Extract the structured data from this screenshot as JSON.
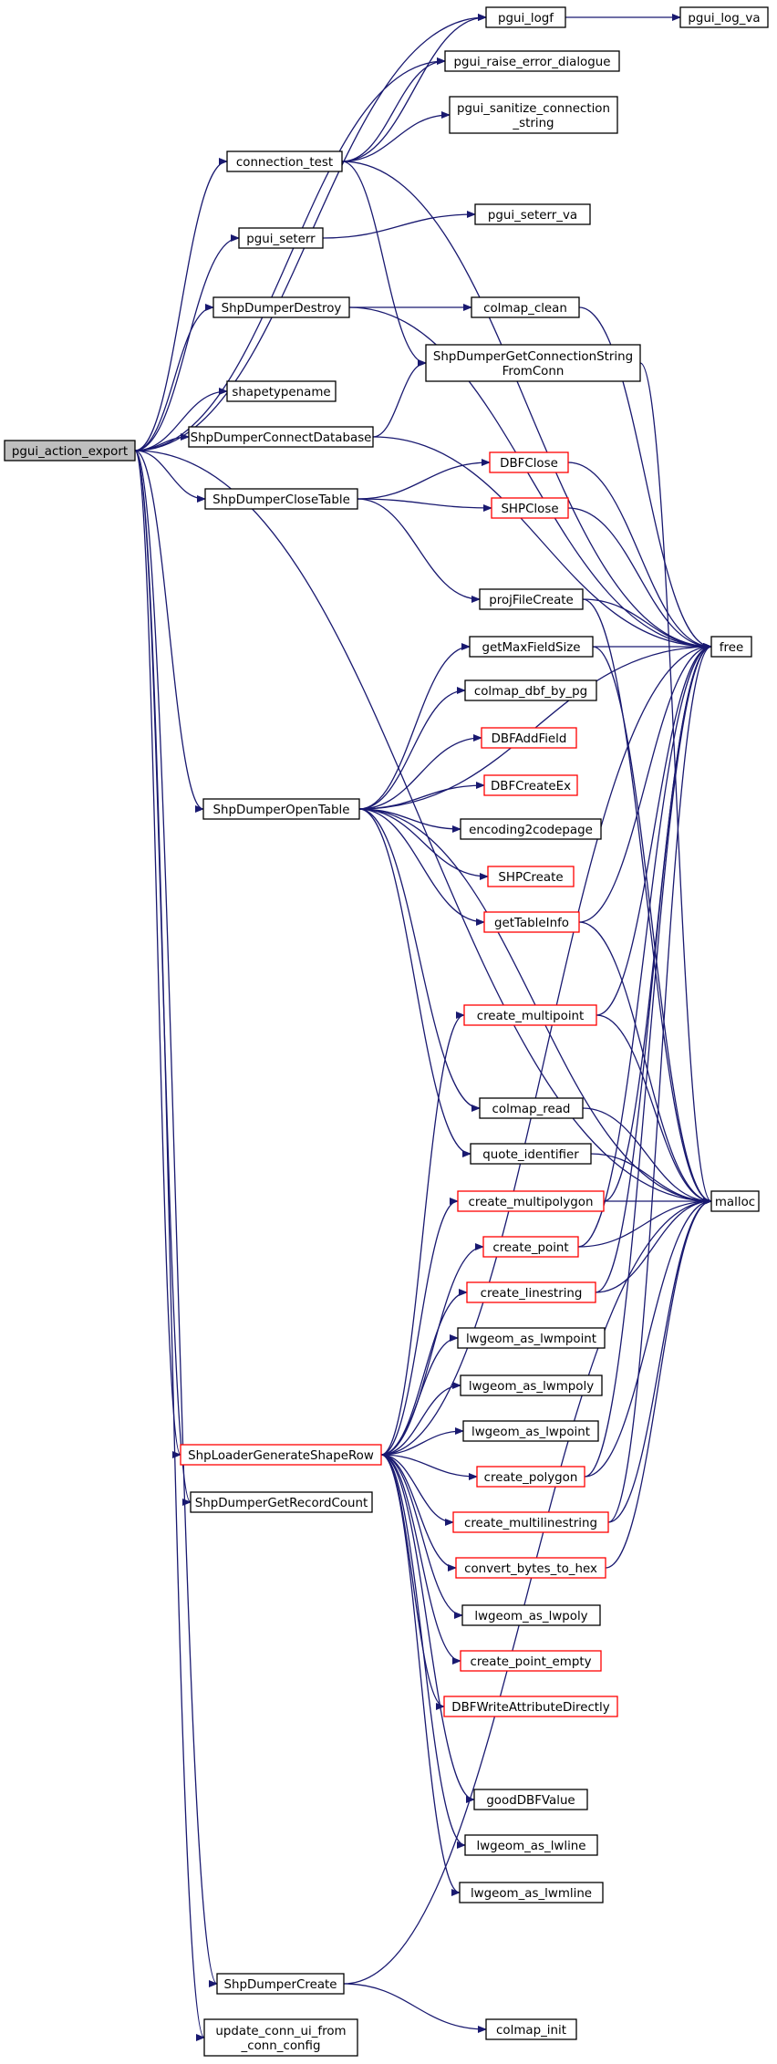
{
  "colors": {
    "edge": "#191970",
    "node_border": "#000000",
    "node_border_unresolved": "#ff0000",
    "root_fill": "#bfbfbf",
    "node_fill": "#ffffff"
  },
  "nodes": [
    {
      "id": "pgui_action_export",
      "lines": [
        "pgui_action_export"
      ],
      "root": true
    },
    {
      "id": "pgui_logf",
      "lines": [
        "pgui_logf"
      ]
    },
    {
      "id": "pgui_log_va",
      "lines": [
        "pgui_log_va"
      ]
    },
    {
      "id": "pgui_raise_error_dialogue",
      "lines": [
        "pgui_raise_error_dialogue"
      ]
    },
    {
      "id": "pgui_sanitize_connection_string",
      "lines": [
        "pgui_sanitize_connection",
        "_string"
      ]
    },
    {
      "id": "connection_test",
      "lines": [
        "connection_test"
      ]
    },
    {
      "id": "pgui_seterr",
      "lines": [
        "pgui_seterr"
      ]
    },
    {
      "id": "pgui_seterr_va",
      "lines": [
        "pgui_seterr_va"
      ]
    },
    {
      "id": "ShpDumperDestroy",
      "lines": [
        "ShpDumperDestroy"
      ]
    },
    {
      "id": "colmap_clean",
      "lines": [
        "colmap_clean"
      ]
    },
    {
      "id": "ShpDumperGetConnectionStringFromConn",
      "lines": [
        "ShpDumperGetConnectionString",
        "FromConn"
      ]
    },
    {
      "id": "shapetypename",
      "lines": [
        "shapetypename"
      ]
    },
    {
      "id": "ShpDumperConnectDatabase",
      "lines": [
        "ShpDumperConnectDatabase"
      ]
    },
    {
      "id": "DBFClose",
      "lines": [
        "DBFClose"
      ],
      "unresolved": true
    },
    {
      "id": "ShpDumperCloseTable",
      "lines": [
        "ShpDumperCloseTable"
      ]
    },
    {
      "id": "SHPClose",
      "lines": [
        "SHPClose"
      ],
      "unresolved": true
    },
    {
      "id": "projFileCreate",
      "lines": [
        "projFileCreate"
      ]
    },
    {
      "id": "free",
      "lines": [
        "free"
      ]
    },
    {
      "id": "getMaxFieldSize",
      "lines": [
        "getMaxFieldSize"
      ]
    },
    {
      "id": "colmap_dbf_by_pg",
      "lines": [
        "colmap_dbf_by_pg"
      ]
    },
    {
      "id": "DBFAddField",
      "lines": [
        "DBFAddField"
      ],
      "unresolved": true
    },
    {
      "id": "DBFCreateEx",
      "lines": [
        "DBFCreateEx"
      ],
      "unresolved": true
    },
    {
      "id": "ShpDumperOpenTable",
      "lines": [
        "ShpDumperOpenTable"
      ]
    },
    {
      "id": "encoding2codepage",
      "lines": [
        "encoding2codepage"
      ]
    },
    {
      "id": "SHPCreate",
      "lines": [
        "SHPCreate"
      ],
      "unresolved": true
    },
    {
      "id": "getTableInfo",
      "lines": [
        "getTableInfo"
      ],
      "unresolved": true
    },
    {
      "id": "create_multipoint",
      "lines": [
        "create_multipoint"
      ],
      "unresolved": true
    },
    {
      "id": "colmap_read",
      "lines": [
        "colmap_read"
      ]
    },
    {
      "id": "quote_identifier",
      "lines": [
        "quote_identifier"
      ]
    },
    {
      "id": "create_multipolygon",
      "lines": [
        "create_multipolygon"
      ],
      "unresolved": true
    },
    {
      "id": "malloc",
      "lines": [
        "malloc"
      ]
    },
    {
      "id": "create_point",
      "lines": [
        "create_point"
      ],
      "unresolved": true
    },
    {
      "id": "create_linestring",
      "lines": [
        "create_linestring"
      ],
      "unresolved": true
    },
    {
      "id": "lwgeom_as_lwmpoint",
      "lines": [
        "lwgeom_as_lwmpoint"
      ]
    },
    {
      "id": "lwgeom_as_lwmpoly",
      "lines": [
        "lwgeom_as_lwmpoly"
      ]
    },
    {
      "id": "lwgeom_as_lwpoint",
      "lines": [
        "lwgeom_as_lwpoint"
      ]
    },
    {
      "id": "ShpLoaderGenerateShapeRow",
      "lines": [
        "ShpLoaderGenerateShapeRow"
      ],
      "unresolved": true
    },
    {
      "id": "create_polygon",
      "lines": [
        "create_polygon"
      ],
      "unresolved": true
    },
    {
      "id": "ShpDumperGetRecordCount",
      "lines": [
        "ShpDumperGetRecordCount"
      ]
    },
    {
      "id": "create_multilinestring",
      "lines": [
        "create_multilinestring"
      ],
      "unresolved": true
    },
    {
      "id": "convert_bytes_to_hex",
      "lines": [
        "convert_bytes_to_hex"
      ],
      "unresolved": true
    },
    {
      "id": "lwgeom_as_lwpoly",
      "lines": [
        "lwgeom_as_lwpoly"
      ]
    },
    {
      "id": "create_point_empty",
      "lines": [
        "create_point_empty"
      ],
      "unresolved": true
    },
    {
      "id": "DBFWriteAttributeDirectly",
      "lines": [
        "DBFWriteAttributeDirectly"
      ],
      "unresolved": true
    },
    {
      "id": "goodDBFValue",
      "lines": [
        "goodDBFValue"
      ]
    },
    {
      "id": "lwgeom_as_lwline",
      "lines": [
        "lwgeom_as_lwline"
      ]
    },
    {
      "id": "lwgeom_as_lwmline",
      "lines": [
        "lwgeom_as_lwmline"
      ]
    },
    {
      "id": "ShpDumperCreate",
      "lines": [
        "ShpDumperCreate"
      ]
    },
    {
      "id": "colmap_init",
      "lines": [
        "colmap_init"
      ]
    },
    {
      "id": "update_conn_ui_from_conn_config",
      "lines": [
        "update_conn_ui_from",
        "_conn_config"
      ]
    }
  ],
  "edges": [
    [
      "pgui_action_export",
      "pgui_logf"
    ],
    [
      "pgui_action_export",
      "pgui_raise_error_dialogue"
    ],
    [
      "pgui_action_export",
      "connection_test"
    ],
    [
      "pgui_action_export",
      "pgui_seterr"
    ],
    [
      "pgui_action_export",
      "ShpDumperDestroy"
    ],
    [
      "pgui_action_export",
      "shapetypename"
    ],
    [
      "pgui_action_export",
      "ShpDumperConnectDatabase"
    ],
    [
      "pgui_action_export",
      "ShpDumperCloseTable"
    ],
    [
      "pgui_action_export",
      "ShpDumperOpenTable"
    ],
    [
      "pgui_action_export",
      "ShpLoaderGenerateShapeRow"
    ],
    [
      "pgui_action_export",
      "ShpDumperGetRecordCount"
    ],
    [
      "pgui_action_export",
      "malloc"
    ],
    [
      "pgui_action_export",
      "ShpDumperCreate"
    ],
    [
      "pgui_action_export",
      "update_conn_ui_from_conn_config"
    ],
    [
      "pgui_logf",
      "pgui_log_va"
    ],
    [
      "connection_test",
      "pgui_logf"
    ],
    [
      "connection_test",
      "pgui_raise_error_dialogue"
    ],
    [
      "connection_test",
      "pgui_sanitize_connection_string"
    ],
    [
      "connection_test",
      "free"
    ],
    [
      "connection_test",
      "ShpDumperGetConnectionStringFromConn"
    ],
    [
      "pgui_seterr",
      "pgui_seterr_va"
    ],
    [
      "ShpDumperDestroy",
      "colmap_clean"
    ],
    [
      "ShpDumperDestroy",
      "free"
    ],
    [
      "colmap_clean",
      "free"
    ],
    [
      "ShpDumperGetConnectionStringFromConn",
      "malloc"
    ],
    [
      "ShpDumperConnectDatabase",
      "ShpDumperGetConnectionStringFromConn"
    ],
    [
      "ShpDumperConnectDatabase",
      "free"
    ],
    [
      "ShpDumperCloseTable",
      "DBFClose"
    ],
    [
      "ShpDumperCloseTable",
      "SHPClose"
    ],
    [
      "ShpDumperCloseTable",
      "projFileCreate"
    ],
    [
      "DBFClose",
      "free"
    ],
    [
      "SHPClose",
      "free"
    ],
    [
      "projFileCreate",
      "free"
    ],
    [
      "projFileCreate",
      "malloc"
    ],
    [
      "ShpDumperOpenTable",
      "free"
    ],
    [
      "ShpDumperOpenTable",
      "getMaxFieldSize"
    ],
    [
      "ShpDumperOpenTable",
      "colmap_dbf_by_pg"
    ],
    [
      "ShpDumperOpenTable",
      "DBFAddField"
    ],
    [
      "ShpDumperOpenTable",
      "DBFCreateEx"
    ],
    [
      "ShpDumperOpenTable",
      "encoding2codepage"
    ],
    [
      "ShpDumperOpenTable",
      "SHPCreate"
    ],
    [
      "ShpDumperOpenTable",
      "getTableInfo"
    ],
    [
      "ShpDumperOpenTable",
      "malloc"
    ],
    [
      "ShpDumperOpenTable",
      "colmap_read"
    ],
    [
      "ShpDumperOpenTable",
      "quote_identifier"
    ],
    [
      "getMaxFieldSize",
      "free"
    ],
    [
      "getMaxFieldSize",
      "malloc"
    ],
    [
      "getTableInfo",
      "free"
    ],
    [
      "getTableInfo",
      "malloc"
    ],
    [
      "create_multipoint",
      "free"
    ],
    [
      "create_multipoint",
      "malloc"
    ],
    [
      "colmap_read",
      "malloc"
    ],
    [
      "quote_identifier",
      "malloc"
    ],
    [
      "create_multipolygon",
      "free"
    ],
    [
      "create_multipolygon",
      "malloc"
    ],
    [
      "create_point",
      "free"
    ],
    [
      "create_point",
      "malloc"
    ],
    [
      "create_linestring",
      "free"
    ],
    [
      "create_linestring",
      "malloc"
    ],
    [
      "create_polygon",
      "free"
    ],
    [
      "create_polygon",
      "malloc"
    ],
    [
      "create_multilinestring",
      "free"
    ],
    [
      "create_multilinestring",
      "malloc"
    ],
    [
      "convert_bytes_to_hex",
      "malloc"
    ],
    [
      "ShpLoaderGenerateShapeRow",
      "free"
    ],
    [
      "ShpLoaderGenerateShapeRow",
      "create_multipoint"
    ],
    [
      "ShpLoaderGenerateShapeRow",
      "create_multipolygon"
    ],
    [
      "ShpLoaderGenerateShapeRow",
      "create_point"
    ],
    [
      "ShpLoaderGenerateShapeRow",
      "create_linestring"
    ],
    [
      "ShpLoaderGenerateShapeRow",
      "lwgeom_as_lwmpoint"
    ],
    [
      "ShpLoaderGenerateShapeRow",
      "lwgeom_as_lwmpoly"
    ],
    [
      "ShpLoaderGenerateShapeRow",
      "lwgeom_as_lwpoint"
    ],
    [
      "ShpLoaderGenerateShapeRow",
      "create_polygon"
    ],
    [
      "ShpLoaderGenerateShapeRow",
      "create_multilinestring"
    ],
    [
      "ShpLoaderGenerateShapeRow",
      "convert_bytes_to_hex"
    ],
    [
      "ShpLoaderGenerateShapeRow",
      "lwgeom_as_lwpoly"
    ],
    [
      "ShpLoaderGenerateShapeRow",
      "create_point_empty"
    ],
    [
      "ShpLoaderGenerateShapeRow",
      "DBFWriteAttributeDirectly"
    ],
    [
      "ShpLoaderGenerateShapeRow",
      "goodDBFValue"
    ],
    [
      "ShpLoaderGenerateShapeRow",
      "lwgeom_as_lwline"
    ],
    [
      "ShpLoaderGenerateShapeRow",
      "lwgeom_as_lwmline"
    ],
    [
      "ShpDumperCreate",
      "malloc"
    ],
    [
      "ShpDumperCreate",
      "colmap_init"
    ]
  ]
}
